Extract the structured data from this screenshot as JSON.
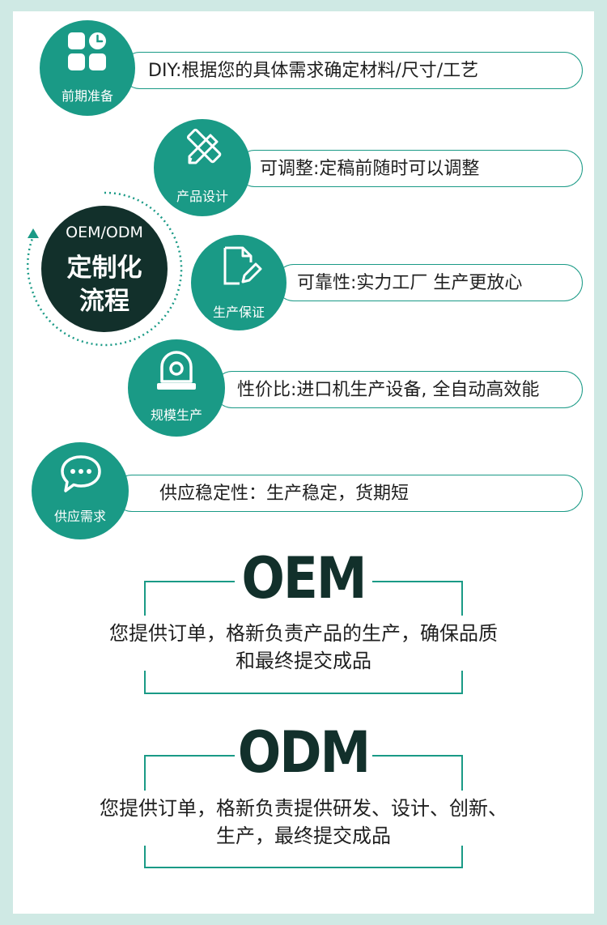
{
  "steps": [
    {
      "label": "前期准备",
      "text": "DIY:根据您的具体需求确定材料/尺寸/工艺",
      "icon": "grid-clock-icon"
    },
    {
      "label": "产品设计",
      "text": "可调整:定稿前随时可以调整",
      "icon": "pencil-ruler-icon"
    },
    {
      "label": "生产保证",
      "text": "可靠性:实力工厂 生产更放心",
      "icon": "document-edit-icon"
    },
    {
      "label": "规模生产",
      "text": "性价比:进口机生产设备, 全自动高效能",
      "icon": "machine-icon"
    },
    {
      "label": "供应需求",
      "text": "供应稳定性：生产稳定，货期短",
      "icon": "chat-bubble-icon"
    }
  ],
  "center": {
    "top": "OEM/ODM",
    "line1": "定制化",
    "line2": "流程"
  },
  "oem": {
    "title": "OEM",
    "line1": "您提供订单，格新负责产品的生产，确保品质",
    "line2": "和最终提交成品"
  },
  "odm": {
    "title": "ODM",
    "line1": "您提供订单，格新负责提供研发、设计、创新、",
    "line2": "生产，最终提交成品"
  },
  "colors": {
    "accent": "#1a9a86",
    "dark": "#12302b",
    "background": "#cfe9e4"
  }
}
